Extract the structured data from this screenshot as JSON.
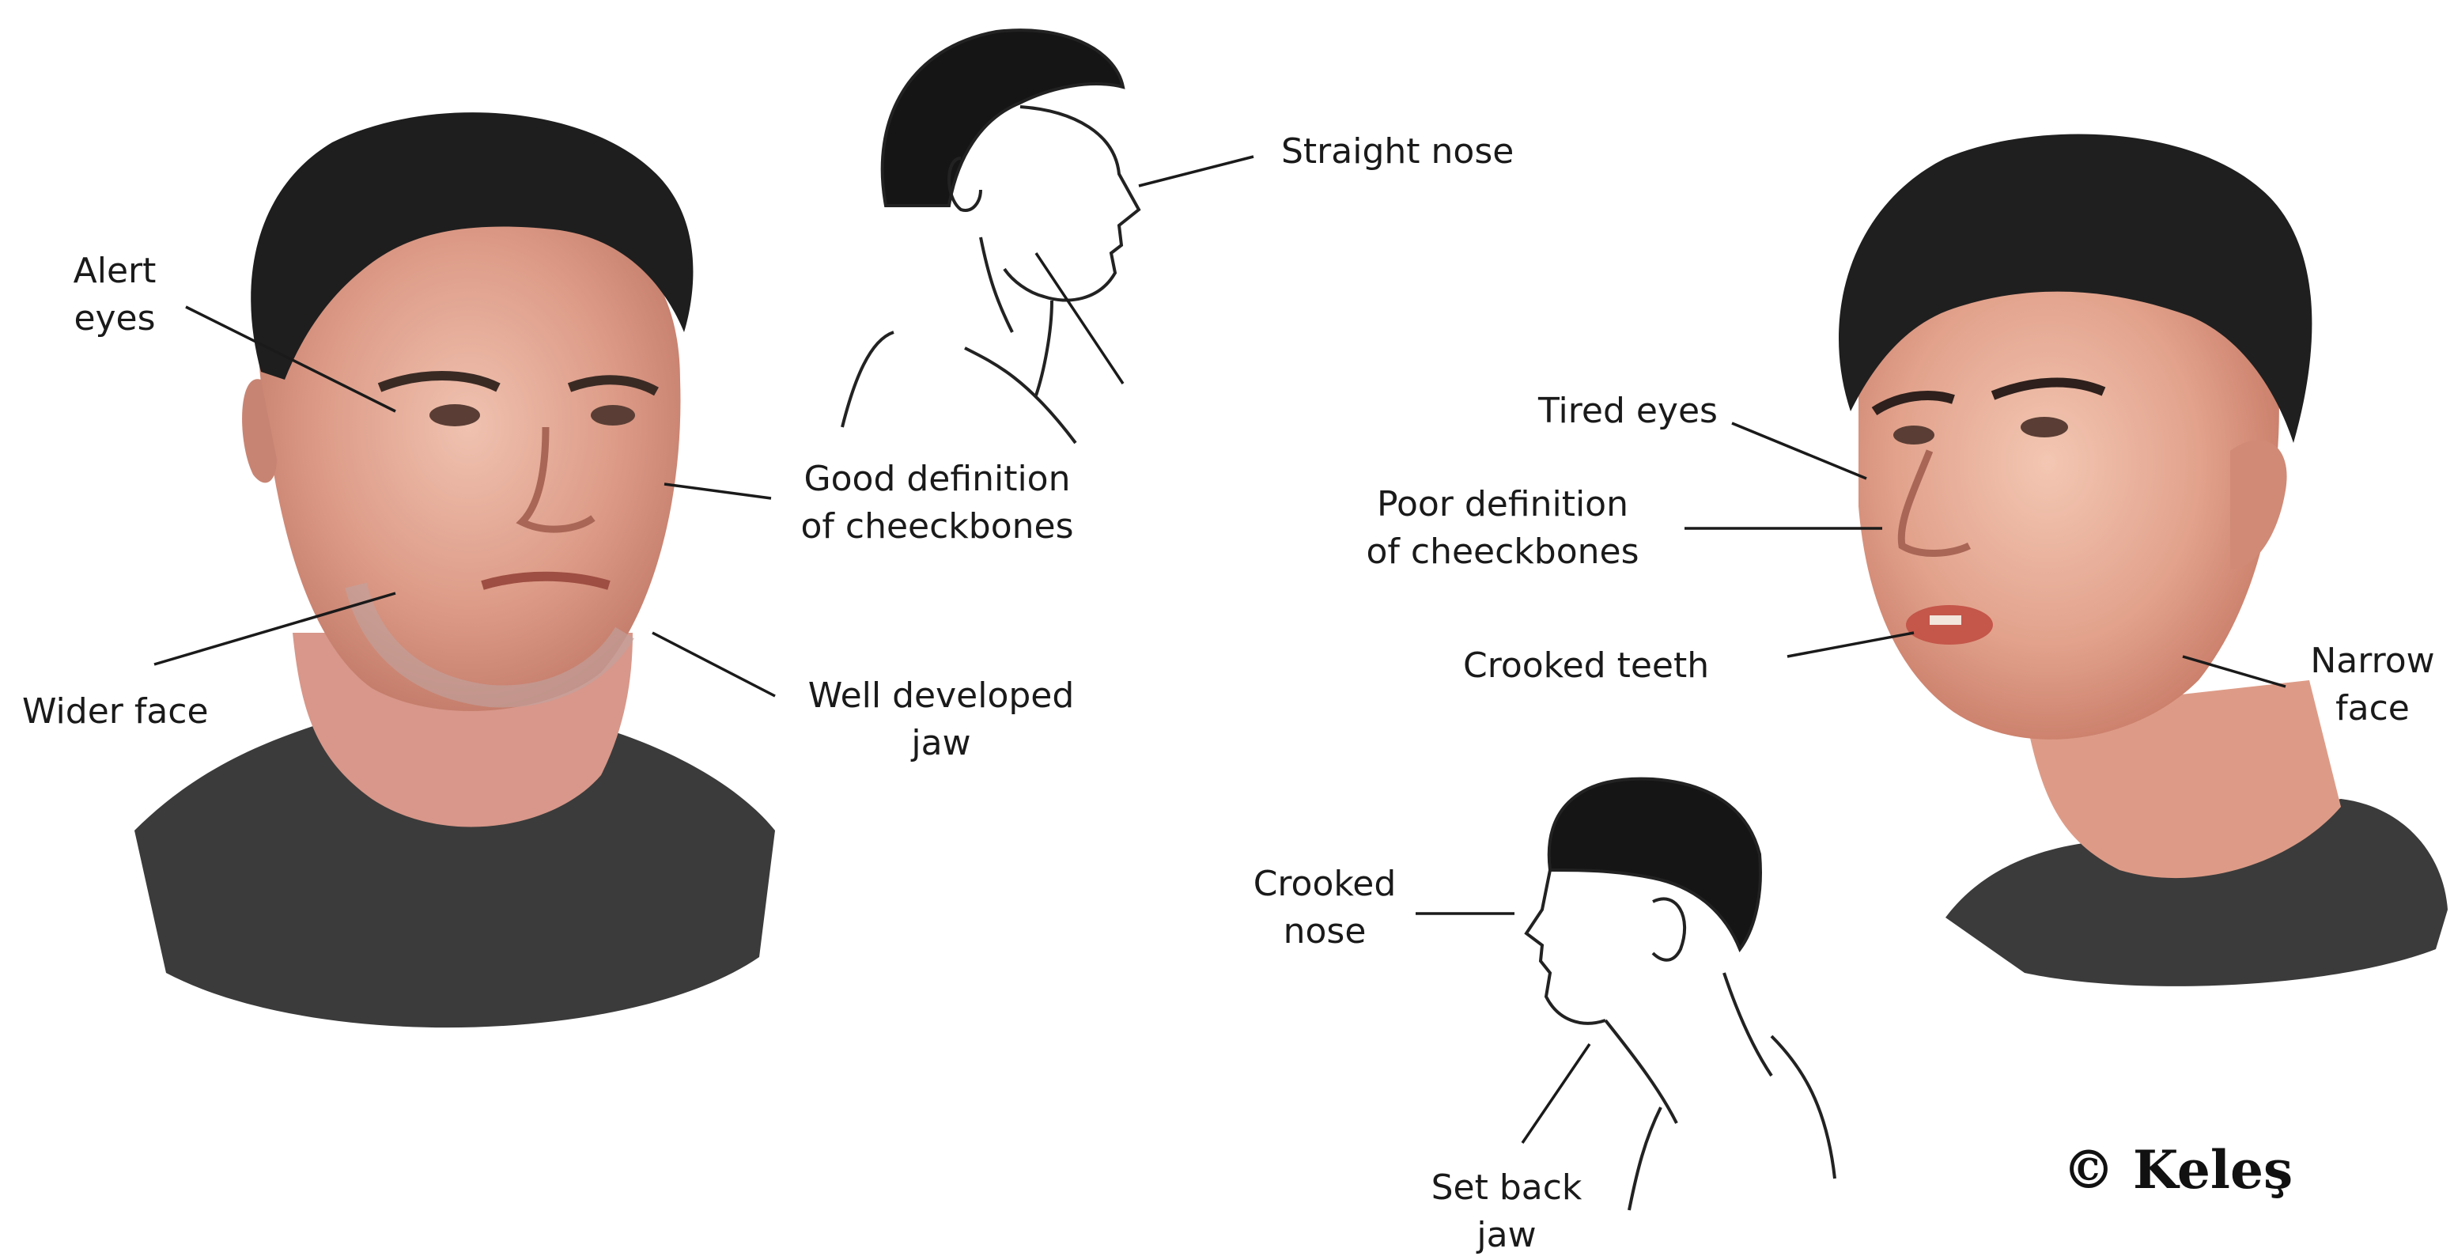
{
  "labels": {
    "alert_eyes": "Alert\neyes",
    "good_cheekbones": "Good definition\nof cheeckbones",
    "wider_face": "Wider face",
    "well_jaw": "Well developed\njaw",
    "straight_nose": "Straight nose",
    "tired_eyes": "Tired eyes",
    "poor_cheekbones": "Poor definition\nof cheeckbones",
    "crooked_teeth": "Crooked teeth",
    "narrow_face": "Narrow\nface",
    "crooked_nose": "Crooked\nnose",
    "set_back_jaw": "Set back\njaw"
  },
  "copyright": "© Keleş",
  "colors": {
    "hair": "#1c1c1c",
    "skin": "#e1a693",
    "skin_shadow": "#c9806f",
    "shirt": "#3a3a3a",
    "line": "#1a1a1a"
  }
}
